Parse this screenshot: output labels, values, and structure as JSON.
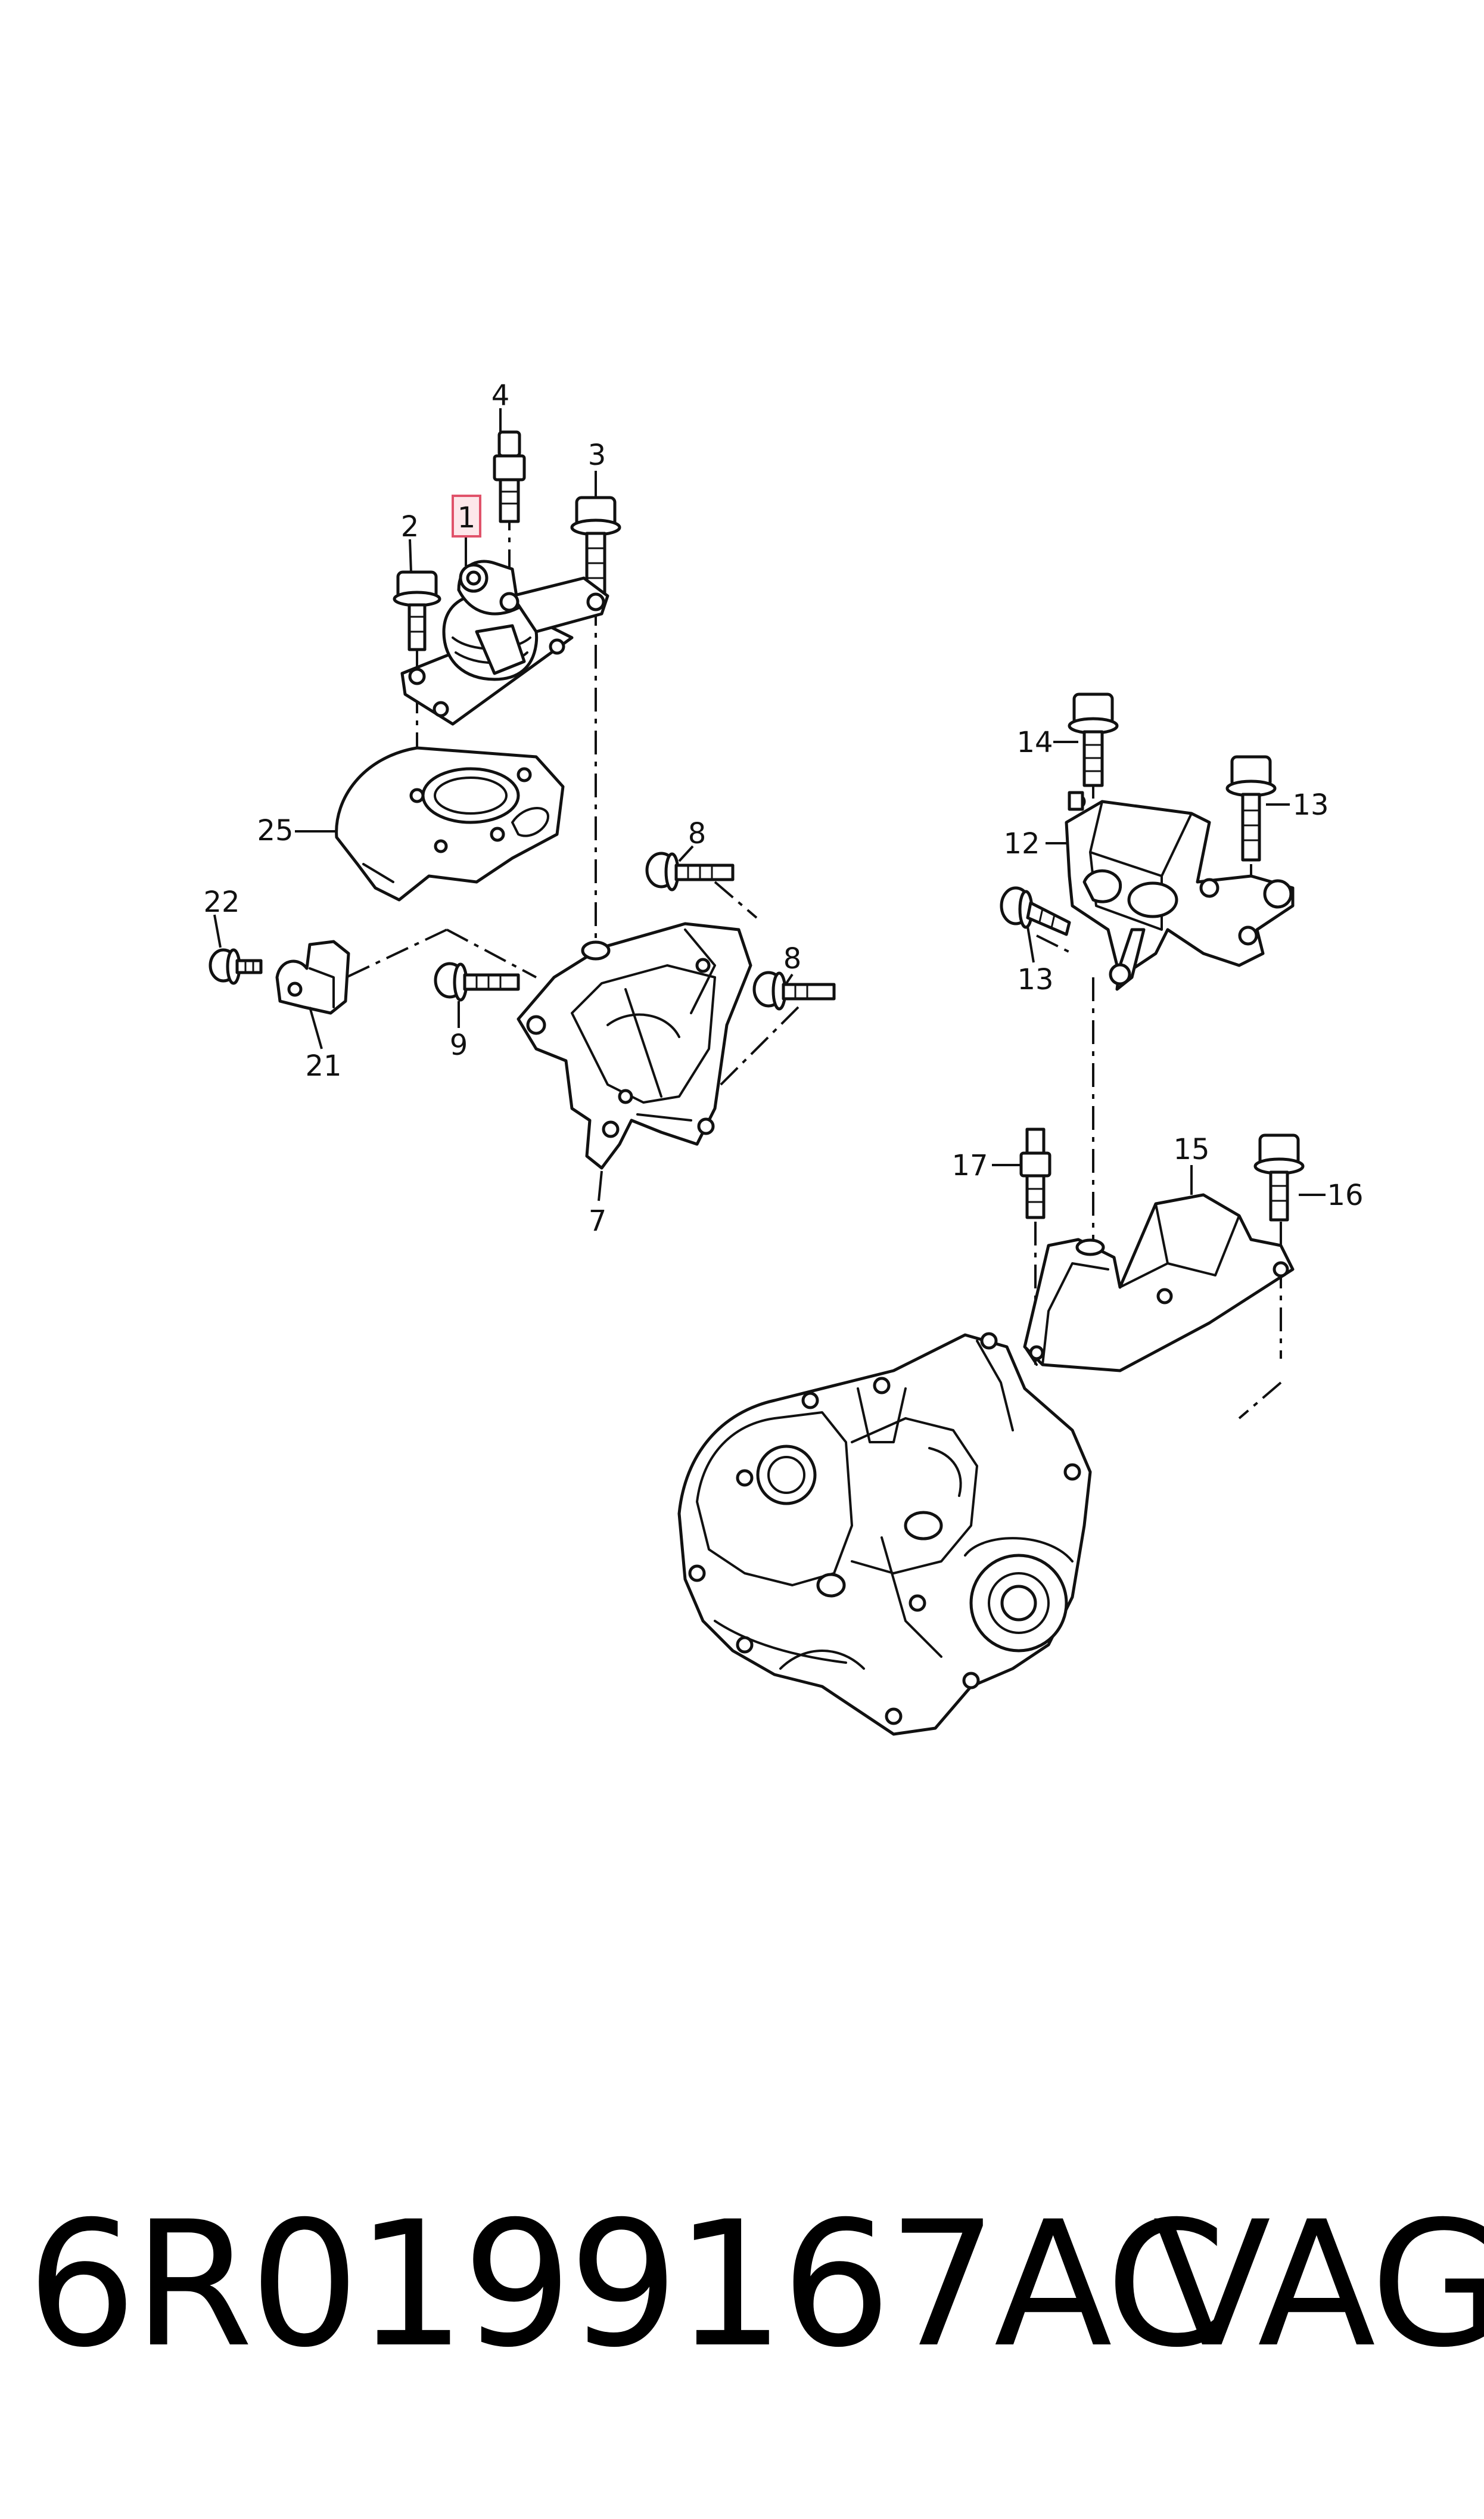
{
  "diagram": {
    "callouts": {
      "c1": "1",
      "c2": "2",
      "c3": "3",
      "c4": "4",
      "c7": "7",
      "c8a": "8",
      "c8b": "8",
      "c9": "9",
      "c12": "12",
      "c13a": "13",
      "c13b": "13",
      "c14": "14",
      "c15": "15",
      "c16": "16",
      "c17": "17",
      "c21": "21",
      "c22": "22",
      "c25": "25"
    },
    "highlighted_callout": "1",
    "highlight_color": "#e0526a",
    "line_color": "#111111"
  },
  "footer": {
    "part_number": "6R0199167AC",
    "brand": "VAG"
  }
}
